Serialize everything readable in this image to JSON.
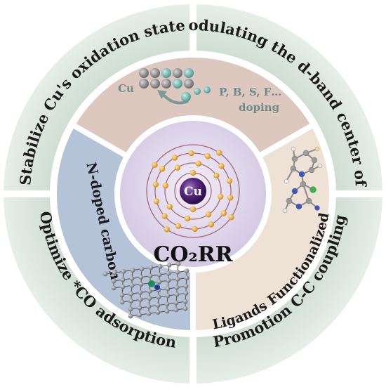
{
  "outer_ring": {
    "top_left": "Stabilize Cu's oxidation state",
    "top_right": "Modulating the d-band center of Cu",
    "bottom_left": "Optimize *CO adsorption",
    "bottom_right": "Promotion C-C coupling"
  },
  "inner_ring": {
    "top": {
      "cu_label": "Cu",
      "dopants": "P, B, S, F…",
      "doping": "doping"
    },
    "left": "N-doped carbon",
    "right": "Ligands Functionalized"
  },
  "center": {
    "atom_label": "Cu",
    "title": "CO₂RR"
  },
  "colors": {
    "outer_ring": "#bcd0c2",
    "outer_ring_light": "#e3ece5",
    "top_sector": "#ddc9c0",
    "left_sector": "#b5c4d9",
    "right_sector": "#ece0d5",
    "center": "#d8d0e6",
    "cu_atom": "#4b1f6e",
    "electron": "#e8a92a"
  }
}
